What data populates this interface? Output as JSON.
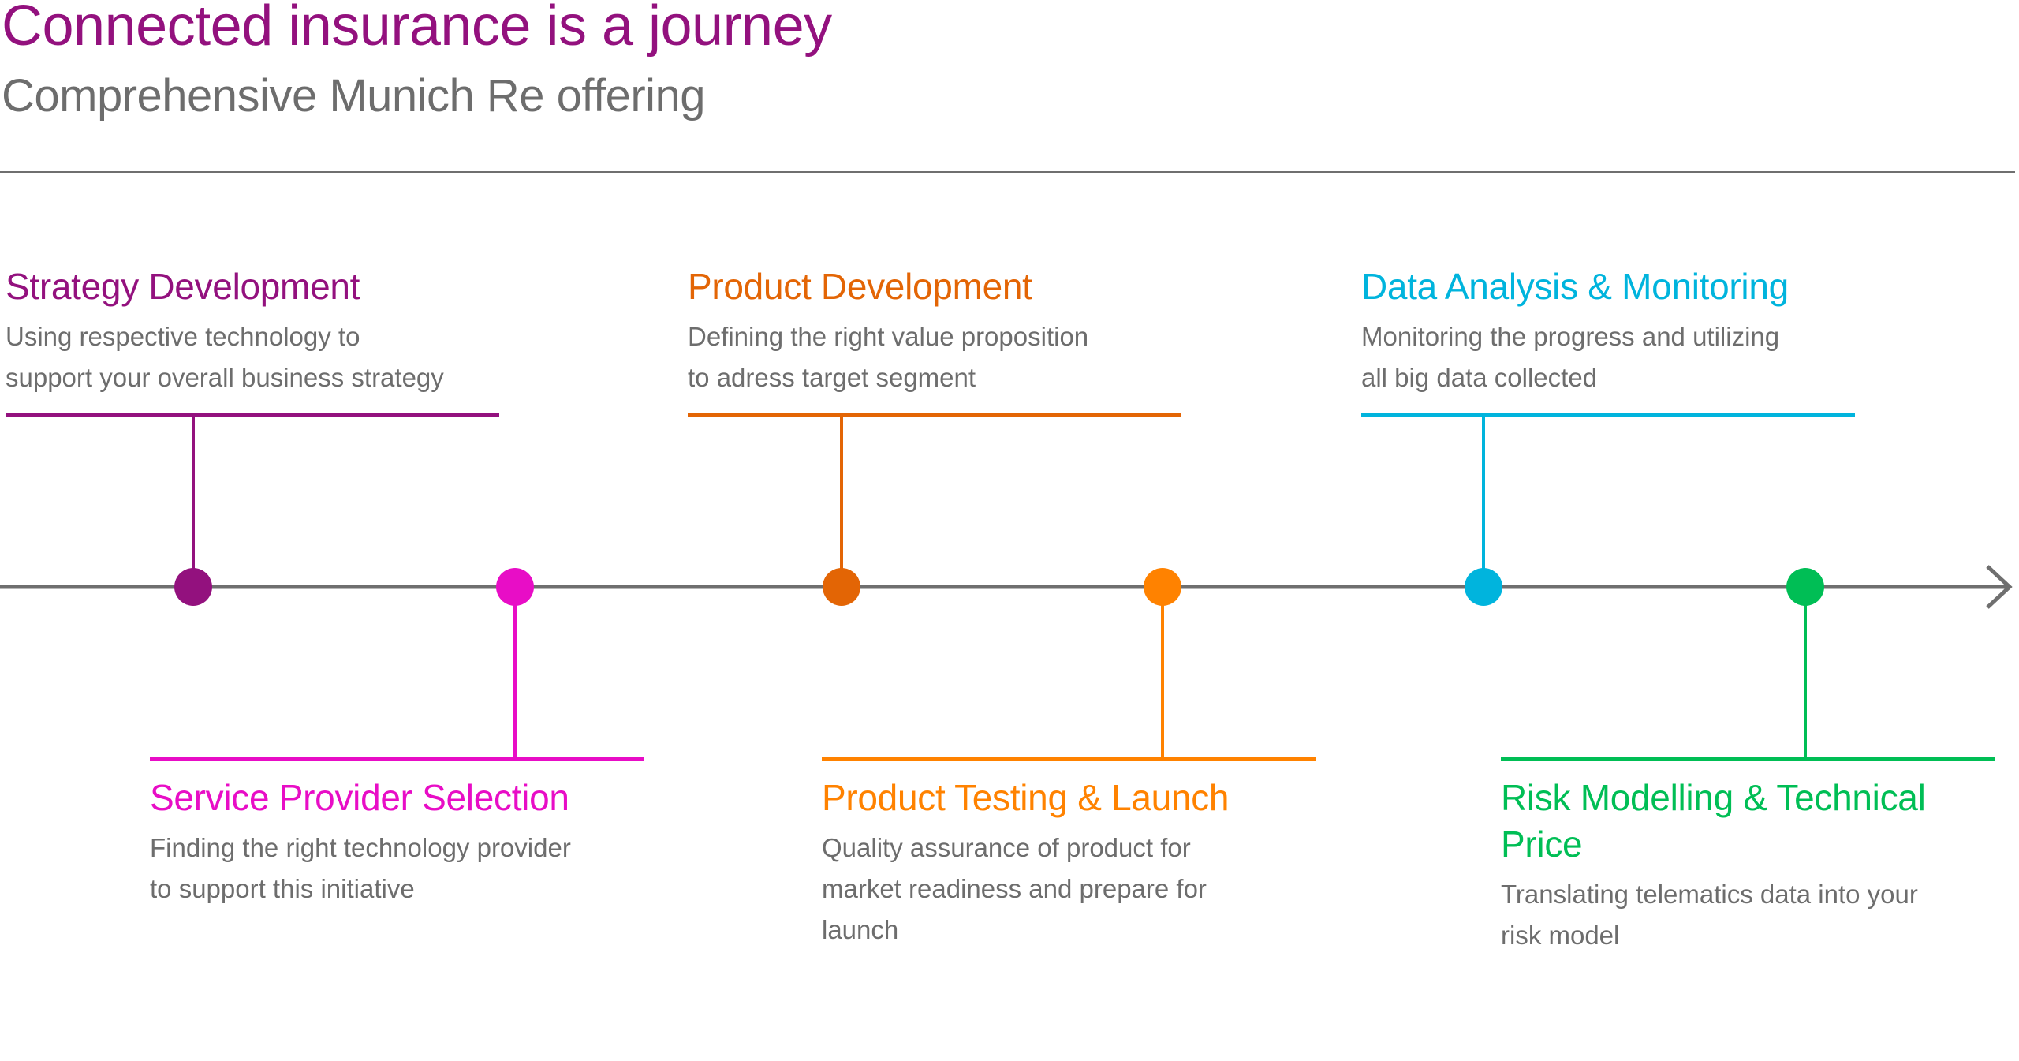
{
  "header": {
    "title": "Connected insurance is a journey",
    "subtitle": "Comprehensive Munich Re offering"
  },
  "colors": {
    "title": "#93117e",
    "text": "#6d6d6d",
    "axis": "#6f6f6f"
  },
  "stages": [
    {
      "title": "Strategy Development",
      "desc": [
        "Using respective technology to",
        "support your overall business strategy"
      ],
      "color": "#93117e",
      "position": "above"
    },
    {
      "title": "Service Provider Selection",
      "desc": [
        "Finding the right technology provider",
        "to support this initiative"
      ],
      "color": "#e80dc6",
      "position": "below"
    },
    {
      "title": "Product Development",
      "desc": [
        "Defining the right value proposition",
        "to adress target segment"
      ],
      "color": "#e36505",
      "position": "above"
    },
    {
      "title": "Product Testing & Launch",
      "desc": [
        "Quality assurance of product for",
        "market readiness and prepare for",
        "launch"
      ],
      "color": "#ff8200",
      "position": "below"
    },
    {
      "title": "Data Analysis & Monitoring",
      "desc": [
        "Monitoring the progress and utilizing",
        "all big data collected"
      ],
      "color": "#00b4dd",
      "position": "above"
    },
    {
      "title": "Risk Modelling & Technical Price",
      "desc": [
        "Translating telematics data into your",
        "risk model"
      ],
      "color": "#00be55",
      "position": "below"
    }
  ]
}
